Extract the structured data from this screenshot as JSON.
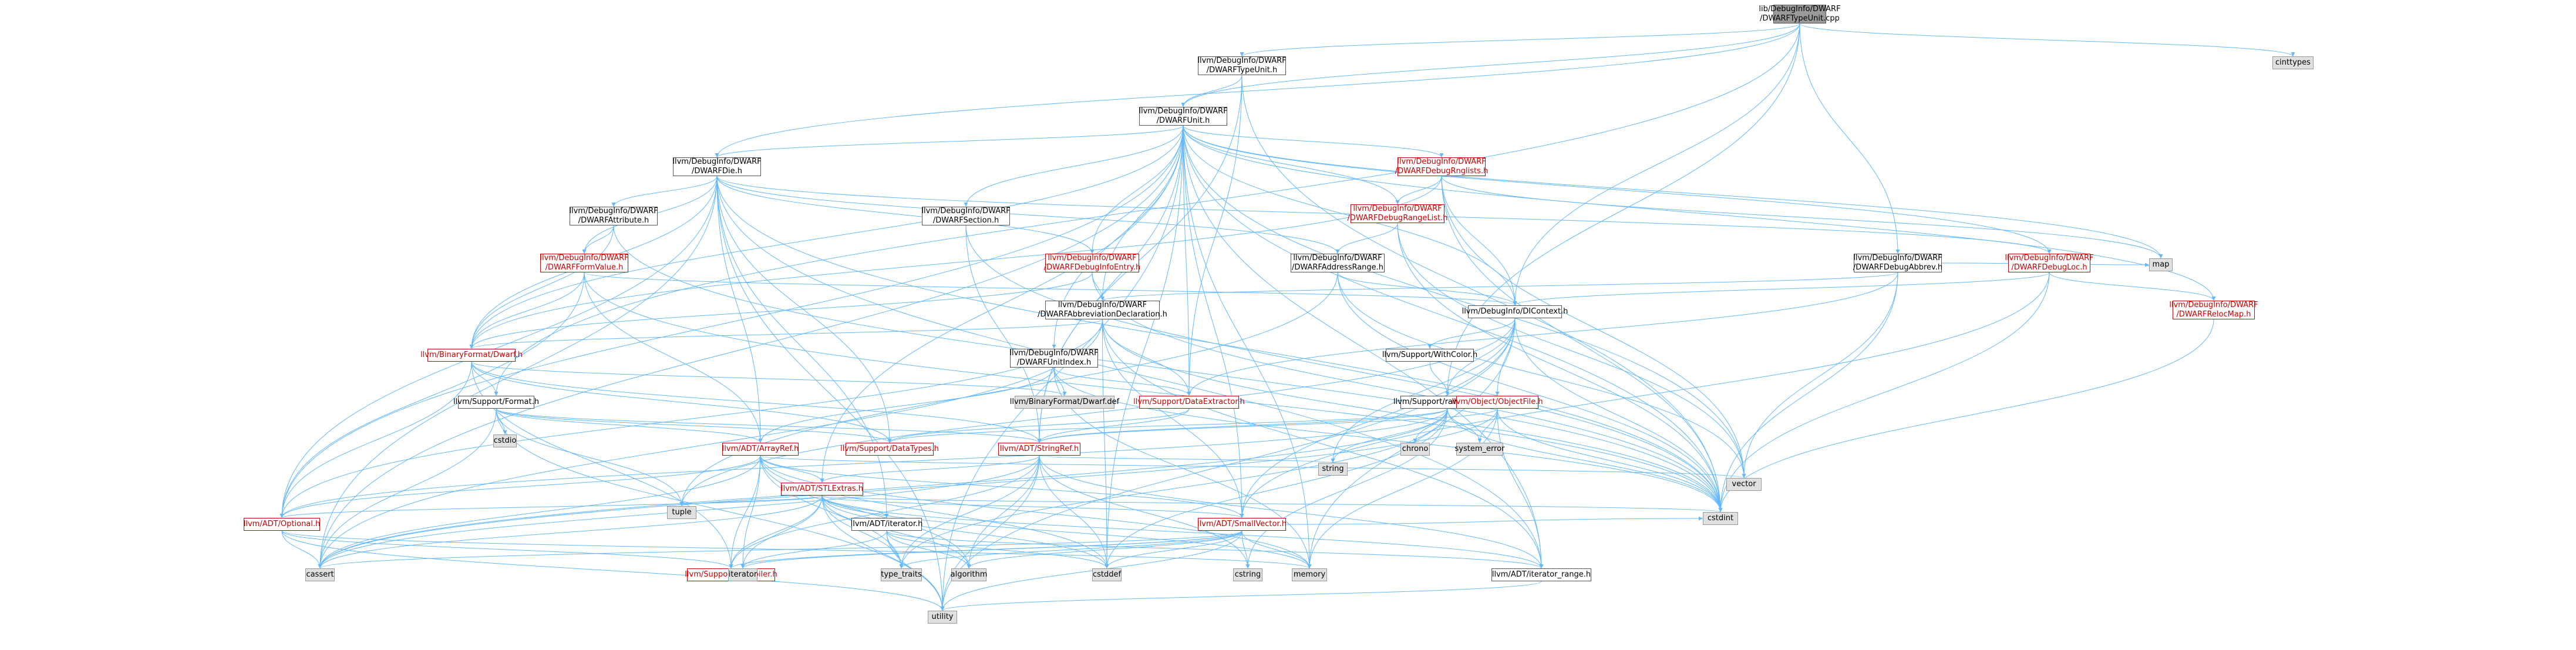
{
  "nodes": [
    {
      "id": "root",
      "label": "lib/DebugInfo/DWARF\n/DWARFTypeUnit.cpp",
      "style": "root"
    },
    {
      "id": "typeunit_h",
      "label": "llvm/DebugInfo/DWARF\n/DWARFTypeUnit.h",
      "style": "normal"
    },
    {
      "id": "cinttypes",
      "label": "cinttypes",
      "style": "grey"
    },
    {
      "id": "unit_h",
      "label": "llvm/DebugInfo/DWARF\n/DWARFUnit.h",
      "style": "normal"
    },
    {
      "id": "die_h",
      "label": "llvm/DebugInfo/DWARF\n/DWARFDie.h",
      "style": "normal"
    },
    {
      "id": "rnglists_h",
      "label": "llvm/DebugInfo/DWARF\n/DWARFDebugRnglists.h",
      "style": "red"
    },
    {
      "id": "rangelist_h",
      "label": "llvm/DebugInfo/DWARF\n/DWARFDebugRangeList.h",
      "style": "red"
    },
    {
      "id": "attribute_h",
      "label": "llvm/DebugInfo/DWARF\n/DWARFAttribute.h",
      "style": "normal"
    },
    {
      "id": "section_h",
      "label": "llvm/DebugInfo/DWARF\n/DWARFSection.h",
      "style": "normal"
    },
    {
      "id": "formvalue_h",
      "label": "llvm/DebugInfo/DWARF\n/DWARFFormValue.h",
      "style": "red"
    },
    {
      "id": "infoentry_h",
      "label": "llvm/DebugInfo/DWARF\n/DWARFDebugInfoEntry.h",
      "style": "red"
    },
    {
      "id": "addrrange_h",
      "label": "llvm/DebugInfo/DWARF\n/DWARFAddressRange.h",
      "style": "normal"
    },
    {
      "id": "debugabbrev_h",
      "label": "llvm/DebugInfo/DWARF\n/DWARFDebugAbbrev.h",
      "style": "normal"
    },
    {
      "id": "debugloc_h",
      "label": "llvm/DebugInfo/DWARF\n/DWARFDebugLoc.h",
      "style": "red"
    },
    {
      "id": "map",
      "label": "map",
      "style": "grey"
    },
    {
      "id": "relocmap_h",
      "label": "llvm/DebugInfo/DWARF\n/DWARFRelocMap.h",
      "style": "red"
    },
    {
      "id": "abbrevdecl_h",
      "label": "llvm/DebugInfo/DWARF\n/DWARFAbbreviationDeclaration.h",
      "style": "normal"
    },
    {
      "id": "dicontext_h",
      "label": "llvm/DebugInfo/DIContext.h",
      "style": "normal"
    },
    {
      "id": "dwarf_h",
      "label": "llvm/BinaryFormat/Dwarf.h",
      "style": "red"
    },
    {
      "id": "unitindex_h",
      "label": "llvm/DebugInfo/DWARF\n/DWARFUnitIndex.h",
      "style": "normal"
    },
    {
      "id": "withcolor_h",
      "label": "llvm/Support/WithColor.h",
      "style": "normal"
    },
    {
      "id": "format_h",
      "label": "llvm/Support/Format.h",
      "style": "normal"
    },
    {
      "id": "dwarf_def",
      "label": "llvm/BinaryFormat/Dwarf.def",
      "style": "grey"
    },
    {
      "id": "dataextractor_h",
      "label": "llvm/Support/DataExtractor.h",
      "style": "red"
    },
    {
      "id": "raw_ostream_h",
      "label": "llvm/Support/raw_ostream.h",
      "style": "normal"
    },
    {
      "id": "objectfile_h",
      "label": "llvm/Object/ObjectFile.h",
      "style": "red"
    },
    {
      "id": "cstdio",
      "label": "cstdio",
      "style": "grey"
    },
    {
      "id": "arrayref_h",
      "label": "llvm/ADT/ArrayRef.h",
      "style": "red"
    },
    {
      "id": "datatypes_h",
      "label": "llvm/Support/DataTypes.h",
      "style": "red"
    },
    {
      "id": "stringref_h",
      "label": "llvm/ADT/StringRef.h",
      "style": "red"
    },
    {
      "id": "chrono",
      "label": "chrono",
      "style": "grey"
    },
    {
      "id": "system_error",
      "label": "system_error",
      "style": "grey"
    },
    {
      "id": "string",
      "label": "string",
      "style": "grey"
    },
    {
      "id": "vector",
      "label": "vector",
      "style": "grey"
    },
    {
      "id": "stlextras_h",
      "label": "llvm/ADT/STLExtras.h",
      "style": "red"
    },
    {
      "id": "tuple",
      "label": "tuple",
      "style": "grey"
    },
    {
      "id": "iterator_h",
      "label": "llvm/ADT/iterator.h",
      "style": "normal"
    },
    {
      "id": "cstdint",
      "label": "cstdint",
      "style": "grey"
    },
    {
      "id": "optional_h",
      "label": "llvm/ADT/Optional.h",
      "style": "red"
    },
    {
      "id": "smallvector_h",
      "label": "llvm/ADT/SmallVector.h",
      "style": "red"
    },
    {
      "id": "cassert",
      "label": "cassert",
      "style": "grey"
    },
    {
      "id": "compiler_h",
      "label": "llvm/Support/Compiler.h",
      "style": "red"
    },
    {
      "id": "iterator",
      "label": "iterator",
      "style": "grey"
    },
    {
      "id": "type_traits",
      "label": "type_traits",
      "style": "grey"
    },
    {
      "id": "algorithm",
      "label": "algorithm",
      "style": "grey"
    },
    {
      "id": "cstddef",
      "label": "cstddef",
      "style": "grey"
    },
    {
      "id": "cstring",
      "label": "cstring",
      "style": "grey"
    },
    {
      "id": "memory",
      "label": "memory",
      "style": "grey"
    },
    {
      "id": "iterator_range_h",
      "label": "llvm/ADT/iterator_range.h",
      "style": "normal"
    },
    {
      "id": "utility",
      "label": "utility",
      "style": "grey"
    }
  ],
  "edges": [
    [
      "root",
      "typeunit_h"
    ],
    [
      "root",
      "cinttypes"
    ],
    [
      "root",
      "unit_h"
    ],
    [
      "root",
      "die_h"
    ],
    [
      "root",
      "dicontext_h"
    ],
    [
      "root",
      "format_h"
    ],
    [
      "root",
      "debugabbrev_h"
    ],
    [
      "root",
      "raw_ostream_h"
    ],
    [
      "typeunit_h",
      "unit_h"
    ],
    [
      "typeunit_h",
      "stringref_h"
    ],
    [
      "typeunit_h",
      "dataextractor_h"
    ],
    [
      "typeunit_h",
      "cstdint"
    ],
    [
      "unit_h",
      "die_h"
    ],
    [
      "unit_h",
      "rnglists_h"
    ],
    [
      "unit_h",
      "rangelist_h"
    ],
    [
      "unit_h",
      "section_h"
    ],
    [
      "unit_h",
      "infoentry_h"
    ],
    [
      "unit_h",
      "debugloc_h"
    ],
    [
      "unit_h",
      "relocmap_h"
    ],
    [
      "unit_h",
      "unitindex_h"
    ],
    [
      "unit_h",
      "abbrevdecl_h"
    ],
    [
      "unit_h",
      "dicontext_h"
    ],
    [
      "unit_h",
      "dwarf_h"
    ],
    [
      "unit_h",
      "dataextractor_h"
    ],
    [
      "unit_h",
      "stringref_h"
    ],
    [
      "unit_h",
      "optional_h"
    ],
    [
      "unit_h",
      "stlextras_h"
    ],
    [
      "unit_h",
      "smallvector_h"
    ],
    [
      "unit_h",
      "iterator_range_h"
    ],
    [
      "unit_h",
      "map"
    ],
    [
      "unit_h",
      "memory"
    ],
    [
      "unit_h",
      "vector"
    ],
    [
      "unit_h",
      "cstdint"
    ],
    [
      "unit_h",
      "cassert"
    ],
    [
      "unit_h",
      "cstddef"
    ],
    [
      "unit_h",
      "utility"
    ],
    [
      "die_h",
      "attribute_h"
    ],
    [
      "die_h",
      "formvalue_h"
    ],
    [
      "die_h",
      "infoentry_h"
    ],
    [
      "die_h",
      "addrrange_h"
    ],
    [
      "die_h",
      "dwarf_h"
    ],
    [
      "die_h",
      "arrayref_h"
    ],
    [
      "die_h",
      "optional_h"
    ],
    [
      "die_h",
      "iterator_h"
    ],
    [
      "die_h",
      "iterator_range_h"
    ],
    [
      "die_h",
      "datatypes_h"
    ],
    [
      "die_h",
      "cassert"
    ],
    [
      "die_h",
      "cstdint"
    ],
    [
      "die_h",
      "utility"
    ],
    [
      "die_h",
      "debugloc_h"
    ],
    [
      "rnglists_h",
      "rangelist_h"
    ],
    [
      "rnglists_h",
      "dicontext_h"
    ],
    [
      "rnglists_h",
      "dwarf_h"
    ],
    [
      "rnglists_h",
      "cstdint"
    ],
    [
      "rnglists_h",
      "map"
    ],
    [
      "rnglists_h",
      "vector"
    ],
    [
      "rangelist_h",
      "addrrange_h"
    ],
    [
      "rangelist_h",
      "cstdint"
    ],
    [
      "rangelist_h",
      "vector"
    ],
    [
      "attribute_h",
      "formvalue_h"
    ],
    [
      "attribute_h",
      "dwarf_h"
    ],
    [
      "attribute_h",
      "cstdint"
    ],
    [
      "section_h",
      "stringref_h"
    ],
    [
      "section_h",
      "cstdint"
    ],
    [
      "formvalue_h",
      "dicontext_h"
    ],
    [
      "formvalue_h",
      "dwarf_h"
    ],
    [
      "formvalue_h",
      "arrayref_h"
    ],
    [
      "formvalue_h",
      "optional_h"
    ],
    [
      "formvalue_h",
      "cstdint"
    ],
    [
      "infoentry_h",
      "abbrevdecl_h"
    ],
    [
      "infoentry_h",
      "dwarf_h"
    ],
    [
      "infoentry_h",
      "cstdint"
    ],
    [
      "addrrange_h",
      "dicontext_h"
    ],
    [
      "addrrange_h",
      "cstdint"
    ],
    [
      "addrrange_h",
      "tuple"
    ],
    [
      "addrrange_h",
      "vector"
    ],
    [
      "debugabbrev_h",
      "abbrevdecl_h"
    ],
    [
      "debugabbrev_h",
      "dataextractor_h"
    ],
    [
      "debugabbrev_h",
      "map"
    ],
    [
      "debugabbrev_h",
      "vector"
    ],
    [
      "debugabbrev_h",
      "cstdint"
    ],
    [
      "debugloc_h",
      "relocmap_h"
    ],
    [
      "debugloc_h",
      "dicontext_h"
    ],
    [
      "debugloc_h",
      "smallvector_h"
    ],
    [
      "debugloc_h",
      "cstdint"
    ],
    [
      "relocmap_h",
      "cstdint"
    ],
    [
      "abbrevdecl_h",
      "dwarf_h"
    ],
    [
      "abbrevdecl_h",
      "dataextractor_h"
    ],
    [
      "abbrevdecl_h",
      "optional_h"
    ],
    [
      "abbrevdecl_h",
      "smallvector_h"
    ],
    [
      "abbrevdecl_h",
      "iterator_range_h"
    ],
    [
      "abbrevdecl_h",
      "cassert"
    ],
    [
      "abbrevdecl_h",
      "cstddef"
    ],
    [
      "abbrevdecl_h",
      "cstdint"
    ],
    [
      "dicontext_h",
      "objectfile_h"
    ],
    [
      "dicontext_h",
      "withcolor_h"
    ],
    [
      "dicontext_h",
      "raw_ostream_h"
    ],
    [
      "dicontext_h",
      "cstdint"
    ],
    [
      "dicontext_h",
      "memory"
    ],
    [
      "dicontext_h",
      "string"
    ],
    [
      "dicontext_h",
      "tuple"
    ],
    [
      "dicontext_h",
      "utility"
    ],
    [
      "dicontext_h",
      "smallvector_h"
    ],
    [
      "dwarf_h",
      "dwarf_def"
    ],
    [
      "dwarf_h",
      "format_h"
    ],
    [
      "dwarf_h",
      "compiler_h"
    ],
    [
      "dwarf_h",
      "datatypes_h"
    ],
    [
      "dwarf_h",
      "optional_h"
    ],
    [
      "dwarf_h",
      "stringref_h"
    ],
    [
      "unitindex_h",
      "dwarf_def"
    ],
    [
      "unitindex_h",
      "dataextractor_h"
    ],
    [
      "unitindex_h",
      "arrayref_h"
    ],
    [
      "unitindex_h",
      "cstdint"
    ],
    [
      "unitindex_h",
      "memory"
    ],
    [
      "withcolor_h",
      "raw_ostream_h"
    ],
    [
      "format_h",
      "arrayref_h"
    ],
    [
      "format_h",
      "stringref_h"
    ],
    [
      "format_h",
      "datatypes_h"
    ],
    [
      "format_h",
      "cassert"
    ],
    [
      "format_h",
      "cstdio"
    ],
    [
      "format_h",
      "tuple"
    ],
    [
      "format_h",
      "utility"
    ],
    [
      "dataextractor_h",
      "stringref_h"
    ],
    [
      "dataextractor_h",
      "datatypes_h"
    ],
    [
      "raw_ostream_h",
      "stringref_h"
    ],
    [
      "raw_ostream_h",
      "datatypes_h"
    ],
    [
      "raw_ostream_h",
      "cassert"
    ],
    [
      "raw_ostream_h",
      "chrono"
    ],
    [
      "raw_ostream_h",
      "cstddef"
    ],
    [
      "raw_ostream_h",
      "cstdint"
    ],
    [
      "raw_ostream_h",
      "cstring"
    ],
    [
      "raw_ostream_h",
      "optional_h"
    ],
    [
      "raw_ostream_h",
      "string"
    ],
    [
      "raw_ostream_h",
      "system_error"
    ],
    [
      "raw_ostream_h",
      "type_traits"
    ],
    [
      "objectfile_h",
      "stringref_h"
    ],
    [
      "objectfile_h",
      "iterator_range_h"
    ],
    [
      "objectfile_h",
      "memory"
    ],
    [
      "objectfile_h",
      "system_error"
    ],
    [
      "objectfile_h",
      "cassert"
    ],
    [
      "objectfile_h",
      "cstdint"
    ],
    [
      "arrayref_h",
      "stlextras_h"
    ],
    [
      "arrayref_h",
      "smallvector_h"
    ],
    [
      "arrayref_h",
      "compiler_h"
    ],
    [
      "arrayref_h",
      "algorithm"
    ],
    [
      "arrayref_h",
      "array"
    ],
    [
      "arrayref_h",
      "cassert"
    ],
    [
      "arrayref_h",
      "cstddef"
    ],
    [
      "arrayref_h",
      "iterator"
    ],
    [
      "arrayref_h",
      "memory"
    ],
    [
      "arrayref_h",
      "type_traits"
    ],
    [
      "arrayref_h",
      "vector"
    ],
    [
      "arrayref_h",
      "optional_h"
    ],
    [
      "stringref_h",
      "stlextras_h"
    ],
    [
      "stringref_h",
      "iterator_range_h"
    ],
    [
      "stringref_h",
      "compiler_h"
    ],
    [
      "stringref_h",
      "algorithm"
    ],
    [
      "stringref_h",
      "cassert"
    ],
    [
      "stringref_h",
      "cstddef"
    ],
    [
      "stringref_h",
      "cstring"
    ],
    [
      "stringref_h",
      "limits"
    ],
    [
      "stringref_h",
      "string"
    ],
    [
      "stringref_h",
      "type_traits"
    ],
    [
      "stringref_h",
      "utility"
    ],
    [
      "stlextras_h",
      "optional_h"
    ],
    [
      "stlextras_h",
      "iterator_h"
    ],
    [
      "stlextras_h",
      "iterator_range_h"
    ],
    [
      "stlextras_h",
      "smallvector_h"
    ],
    [
      "stlextras_h",
      "algorithm"
    ],
    [
      "stlextras_h",
      "cassert"
    ],
    [
      "stlextras_h",
      "cstddef"
    ],
    [
      "stlextras_h",
      "cstdint"
    ],
    [
      "stlextras_h",
      "iterator"
    ],
    [
      "stlextras_h",
      "memory"
    ],
    [
      "stlextras_h",
      "tuple"
    ],
    [
      "stlextras_h",
      "type_traits"
    ],
    [
      "stlextras_h",
      "utility"
    ],
    [
      "stlextras_h",
      "compiler_h"
    ],
    [
      "iterator_h",
      "iterator_range_h"
    ],
    [
      "iterator_h",
      "algorithm"
    ],
    [
      "iterator_h",
      "cstddef"
    ],
    [
      "iterator_h",
      "iterator"
    ],
    [
      "iterator_h",
      "type_traits"
    ],
    [
      "iterator_h",
      "utility"
    ],
    [
      "optional_h",
      "compiler_h"
    ],
    [
      "optional_h",
      "cassert"
    ],
    [
      "optional_h",
      "memory"
    ],
    [
      "optional_h",
      "new"
    ],
    [
      "optional_h",
      "utility"
    ],
    [
      "smallvector_h",
      "compiler_h"
    ],
    [
      "smallvector_h",
      "algorithm"
    ],
    [
      "smallvector_h",
      "cassert"
    ],
    [
      "smallvector_h",
      "cstddef"
    ],
    [
      "smallvector_h",
      "cstdint"
    ],
    [
      "smallvector_h",
      "cstring"
    ],
    [
      "smallvector_h",
      "iterator"
    ],
    [
      "smallvector_h",
      "memory"
    ],
    [
      "smallvector_h",
      "type_traits"
    ],
    [
      "smallvector_h",
      "utility"
    ],
    [
      "iterator_range_h",
      "utility"
    ]
  ]
}
